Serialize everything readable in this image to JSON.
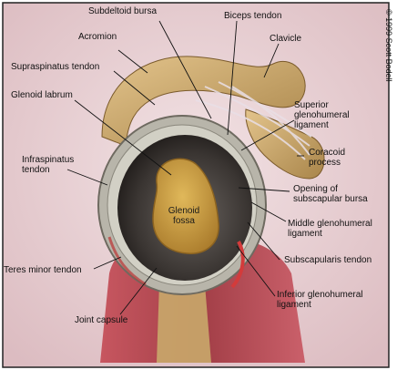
{
  "copyright": "© 1999 Scott Bodell",
  "labels": {
    "subdeltoid_bursa": "Subdeltoid bursa",
    "biceps_tendon": "Biceps tendon",
    "acromion": "Acromion",
    "clavicle": "Clavicle",
    "supraspinatus_tendon": "Supraspinatus tendon",
    "glenoid_labrum": "Glenoid labrum",
    "superior_glenohumeral_ligament_1": "Superior",
    "superior_glenohumeral_ligament_2": "glenohumeral",
    "superior_glenohumeral_ligament_3": "ligament",
    "infraspinatus_tendon_1": "Infraspinatus",
    "infraspinatus_tendon_2": "tendon",
    "coracoid_process_1": "Coracoid",
    "coracoid_process_2": "process",
    "glenoid_fossa_1": "Glenoid",
    "glenoid_fossa_2": "fossa",
    "opening_subscapular_bursa_1": "Opening of",
    "opening_subscapular_bursa_2": "subscapular bursa",
    "middle_glenohumeral_ligament_1": "Middle glenohumeral",
    "middle_glenohumeral_ligament_2": "ligament",
    "subscapularis_tendon": "Subscapularis tendon",
    "teres_minor_tendon": "Teres minor tendon",
    "inferior_glenohumeral_ligament_1": "Inferior glenohumeral",
    "inferior_glenohumeral_ligament_2": "ligament",
    "joint_capsule": "Joint capsule"
  },
  "colors": {
    "background": "#ead3d6",
    "bone": "#c9a46a",
    "capsule_rim": "#a9a79d",
    "cavity": "#3b3836",
    "fossa": "#c79a3a",
    "muscle": "#b23a44",
    "leader_line": "#111111"
  }
}
